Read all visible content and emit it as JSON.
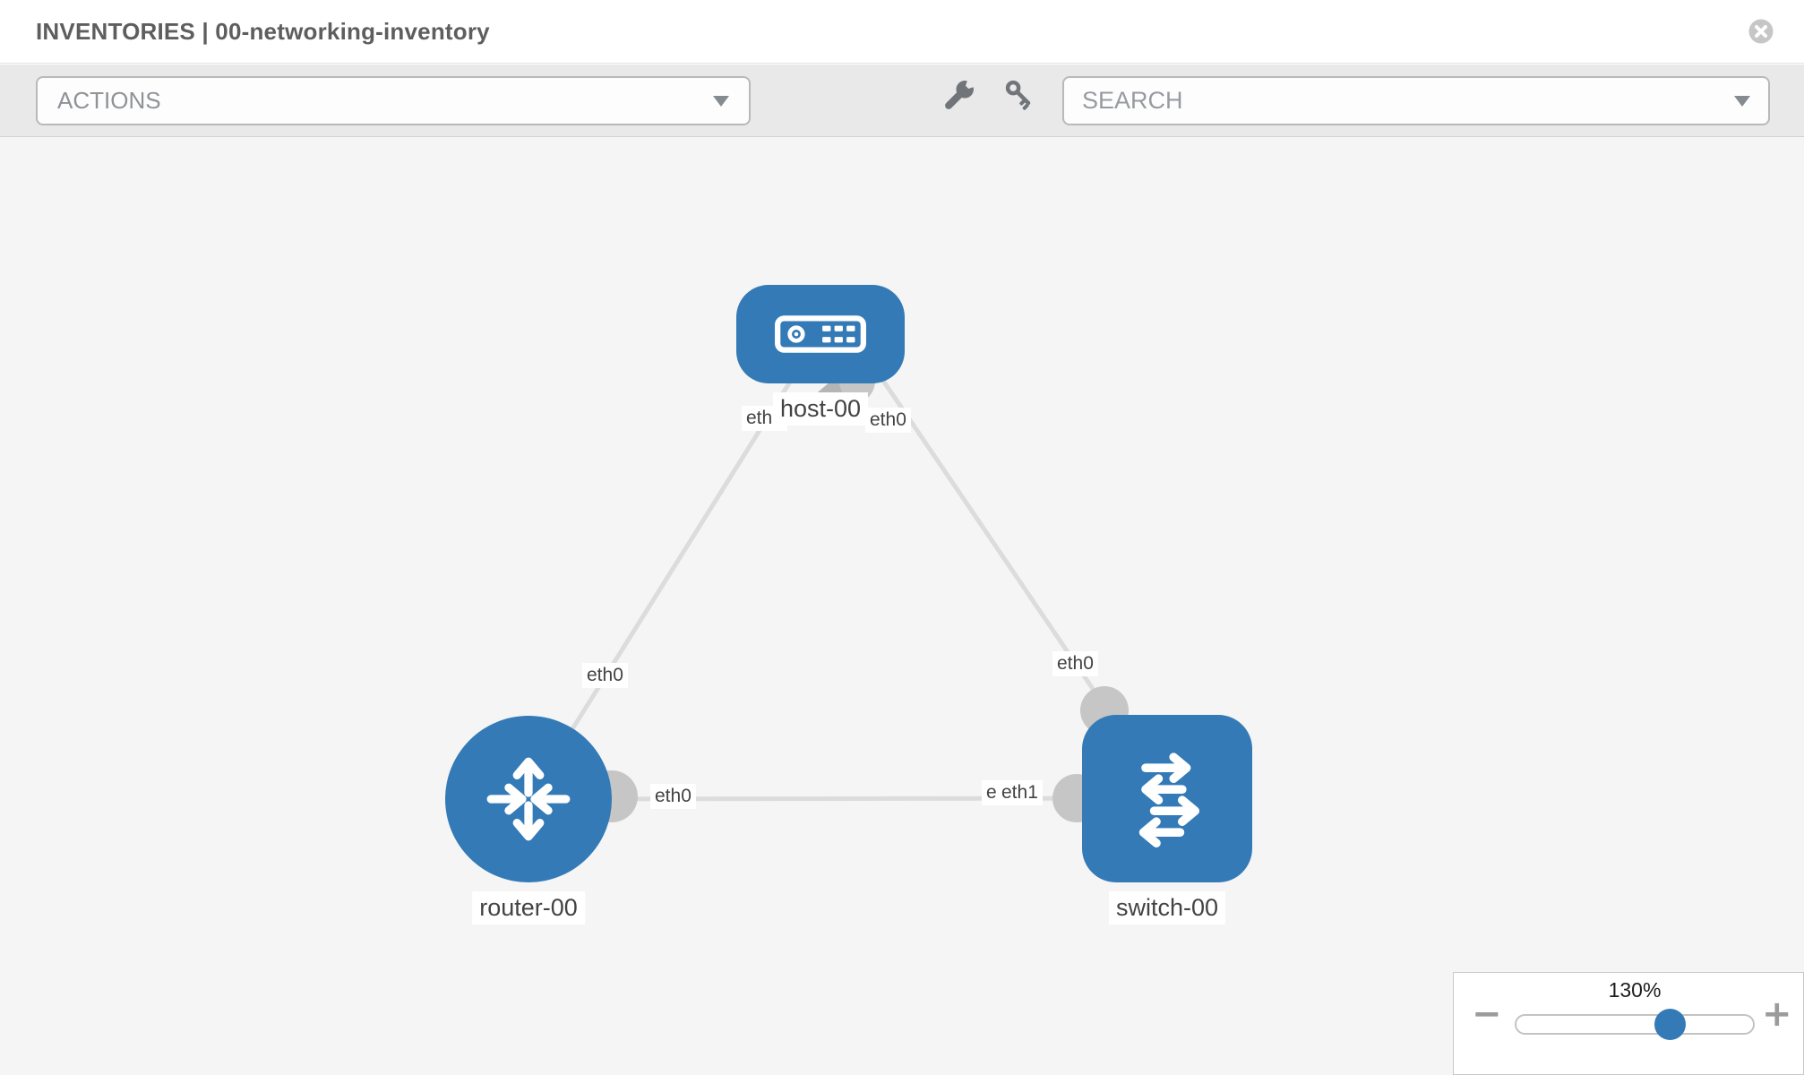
{
  "header": {
    "title": "INVENTORIES | 00-networking-inventory"
  },
  "toolbar": {
    "actions_label": "ACTIONS",
    "search_placeholder": "SEARCH",
    "icons": [
      "wrench-icon",
      "key-icon"
    ]
  },
  "topology": {
    "node_labels": {
      "host": "host-00",
      "router": "router-00",
      "switch": "switch-00"
    },
    "ports": {
      "host_left": "eth0",
      "host_right": "eth0",
      "router_top": "eth0",
      "switch_top": "eth0",
      "router_right": "eth0",
      "switch_left_under": "eth0",
      "switch_left": "eth1"
    },
    "links": [
      {
        "source": "host-00",
        "target": "router-00",
        "source_port": "eth0",
        "target_port": "eth0"
      },
      {
        "source": "host-00",
        "target": "switch-00",
        "source_port": "eth0",
        "target_port": "eth0"
      },
      {
        "source": "router-00",
        "target": "switch-00",
        "source_port": "eth0",
        "target_port": "eth1"
      }
    ]
  },
  "zoom_panel": {
    "level": "130%",
    "minus_label": "−",
    "plus_label": "+"
  },
  "colors": {
    "node_blue": "#337ab7",
    "port_gray": "#c6c6c6",
    "edge_gray": "#dcdcdc",
    "toolbar_gray": "#e9e9e9",
    "canvas_gray": "#f5f5f5"
  }
}
